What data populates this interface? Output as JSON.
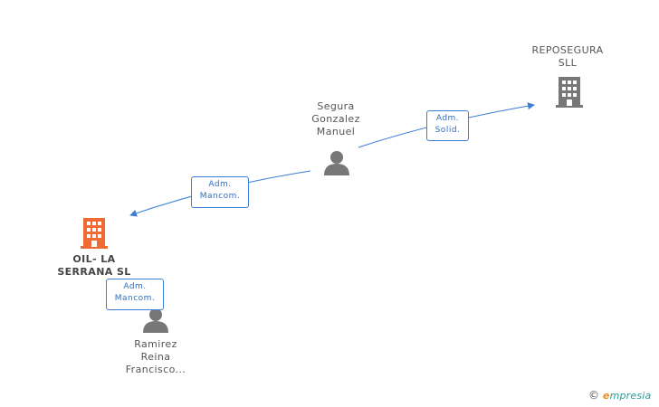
{
  "colors": {
    "edge": "#3a7fd5",
    "person": "#777777",
    "company": "#777777",
    "main_company": "#f06a35"
  },
  "nodes": {
    "reposegura": {
      "label": "REPOSEGURA\nSLL",
      "icon": "building-icon"
    },
    "segura": {
      "label": "Segura\nGonzalez\nManuel",
      "icon": "person-icon"
    },
    "oil": {
      "label": "OIL- LA\nSERRANA  SL",
      "icon": "building-icon"
    },
    "ramirez": {
      "label": "Ramirez\nReina\nFrancisco...",
      "icon": "person-icon"
    }
  },
  "edges": {
    "segura_reposegura": "Adm.\nSolid.",
    "segura_oil": "Adm.\nMancom.",
    "ramirez_oil": "Adm.\nMancom."
  },
  "brand": {
    "copyright": "©",
    "e": "e",
    "rest": "mpresia"
  }
}
